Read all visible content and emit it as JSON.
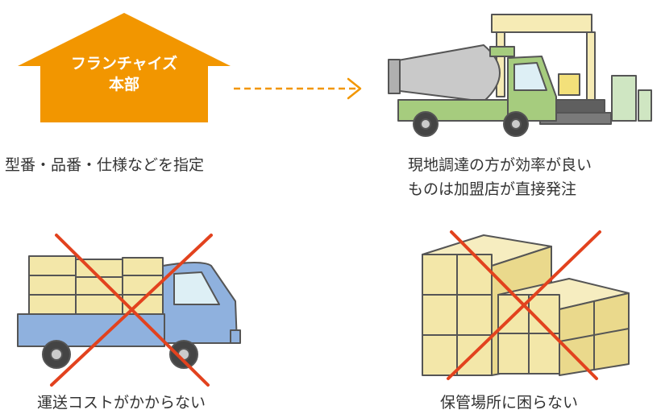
{
  "headquarters": {
    "line1": "フランチャイズ",
    "line2": "本部"
  },
  "captions": {
    "specify": "型番・品番・仕様などを指定",
    "local_line1": "現地調達の方が効率が良い",
    "local_line2": "ものは加盟店が直接発注",
    "no_transport": "運送コストがかからない",
    "no_storage": "保管場所に困らない"
  },
  "colors": {
    "orange": "#F29600",
    "truck_green": "#A6CC7E",
    "truck_blue": "#8FB1DE",
    "box_yellow": "#F3E7A9",
    "cross_red": "#E2421E"
  }
}
